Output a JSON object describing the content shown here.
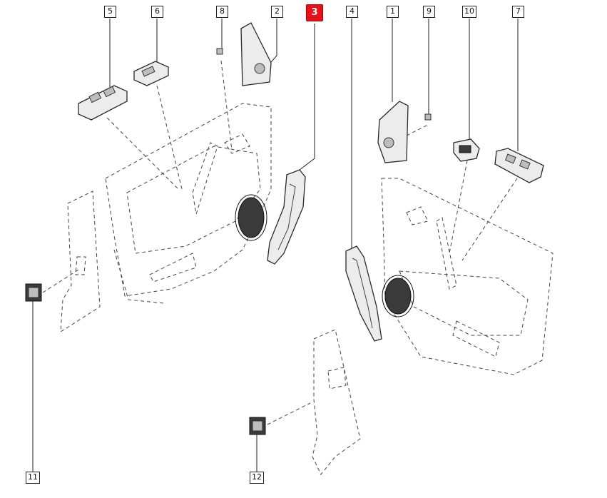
{
  "diagram": {
    "highlight_color": "#e8101a",
    "callouts": [
      {
        "id": "c5",
        "label": "5"
      },
      {
        "id": "c6",
        "label": "6"
      },
      {
        "id": "c8",
        "label": "8"
      },
      {
        "id": "c2",
        "label": "2"
      },
      {
        "id": "c3",
        "label": "3",
        "highlighted": true
      },
      {
        "id": "c4",
        "label": "4"
      },
      {
        "id": "c1",
        "label": "1"
      },
      {
        "id": "c9",
        "label": "9"
      },
      {
        "id": "c10",
        "label": "10"
      },
      {
        "id": "c7",
        "label": "7"
      },
      {
        "id": "c11",
        "label": "11"
      },
      {
        "id": "c12",
        "label": "12"
      }
    ]
  }
}
